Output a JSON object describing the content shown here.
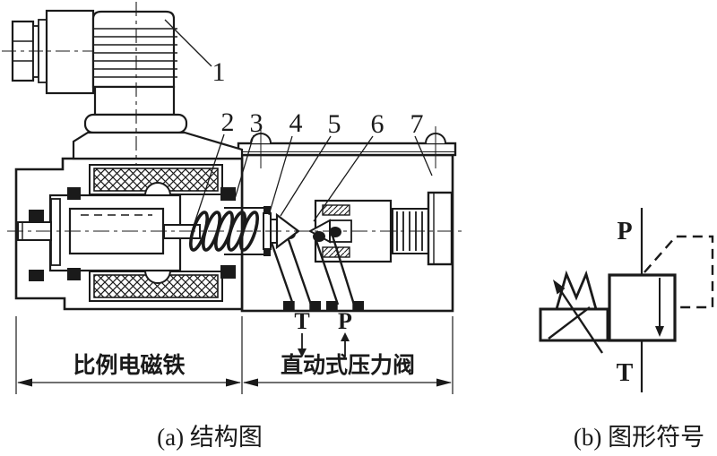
{
  "figure": {
    "background": "#ffffff",
    "line_color": "#1a1a1a",
    "part_a": {
      "caption": "(a) 结构图",
      "part_numbers": [
        "1",
        "2",
        "3",
        "4",
        "5",
        "6",
        "7"
      ],
      "port_t": "T",
      "port_p": "P",
      "dim_left": "比例电磁铁",
      "dim_right": "直动式压力阀"
    },
    "part_b": {
      "caption": "(b) 图形符号",
      "port_p": "P",
      "port_t": "T"
    }
  }
}
